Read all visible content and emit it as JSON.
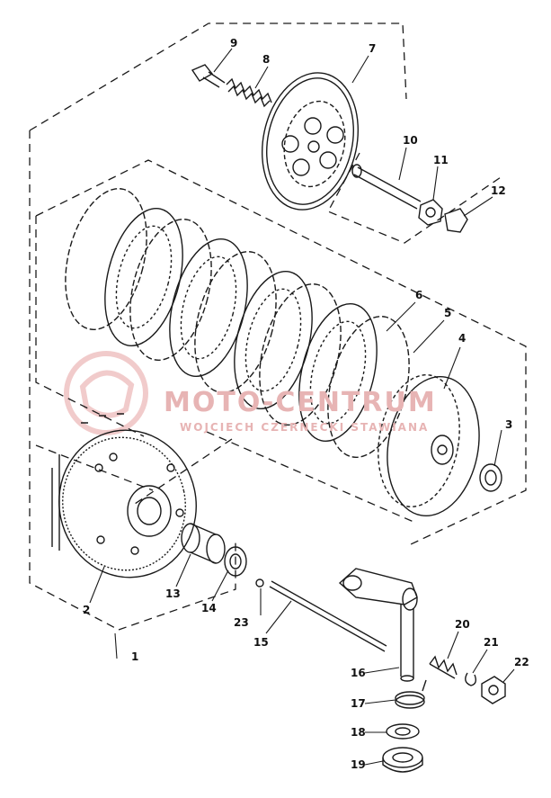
{
  "callouts": [
    {
      "id": "n1",
      "text": "1"
    },
    {
      "id": "n2",
      "text": "2"
    },
    {
      "id": "n3",
      "text": "3"
    },
    {
      "id": "n4",
      "text": "4"
    },
    {
      "id": "n5",
      "text": "5"
    },
    {
      "id": "n6",
      "text": "6"
    },
    {
      "id": "n7",
      "text": "7"
    },
    {
      "id": "n8",
      "text": "8"
    },
    {
      "id": "n9",
      "text": "9"
    },
    {
      "id": "n10",
      "text": "10"
    },
    {
      "id": "n11",
      "text": "11"
    },
    {
      "id": "n12",
      "text": "12"
    },
    {
      "id": "n13",
      "text": "13"
    },
    {
      "id": "n14",
      "text": "14"
    },
    {
      "id": "n15",
      "text": "15"
    },
    {
      "id": "n16",
      "text": "16"
    },
    {
      "id": "n17",
      "text": "17"
    },
    {
      "id": "n18",
      "text": "18"
    },
    {
      "id": "n19",
      "text": "19"
    },
    {
      "id": "n20",
      "text": "20"
    },
    {
      "id": "n21",
      "text": "21"
    },
    {
      "id": "n22",
      "text": "22"
    },
    {
      "id": "n23",
      "text": "23"
    }
  ],
  "watermark": {
    "line1": "MOTO-CENTRUM",
    "line2": "WOJCIECH CZERNECKI STAWIANA"
  },
  "colors": {
    "ink": "#1a1a1a",
    "paper": "#ffffff",
    "watermark": "#e7b4b4"
  }
}
